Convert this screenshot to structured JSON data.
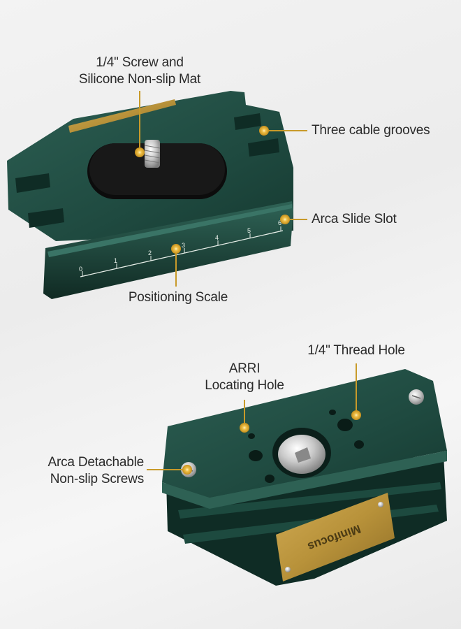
{
  "callouts": {
    "screw_mat": [
      "1/4\" Screw and",
      "Silicone Non-slip Mat"
    ],
    "cable_grooves": "Three cable grooves",
    "arca_slot": "Arca Slide Slot",
    "positioning_scale": "Positioning Scale",
    "arri_hole": [
      "ARRI",
      "Locating Hole"
    ],
    "thread_hole": "1/4\" Thread Hole",
    "arca_screws": [
      "Arca Detachable",
      "Non-slip Screws"
    ]
  },
  "scale_ticks": [
    "0",
    "1",
    "2",
    "3",
    "4",
    "5",
    "6"
  ],
  "brand_plate": "Minifocus",
  "colors": {
    "body_green": "#1f4a40",
    "dark_green": "#123229",
    "brass": "#b8923a",
    "marker": "#e2b13a",
    "text": "#2a2a2a"
  }
}
